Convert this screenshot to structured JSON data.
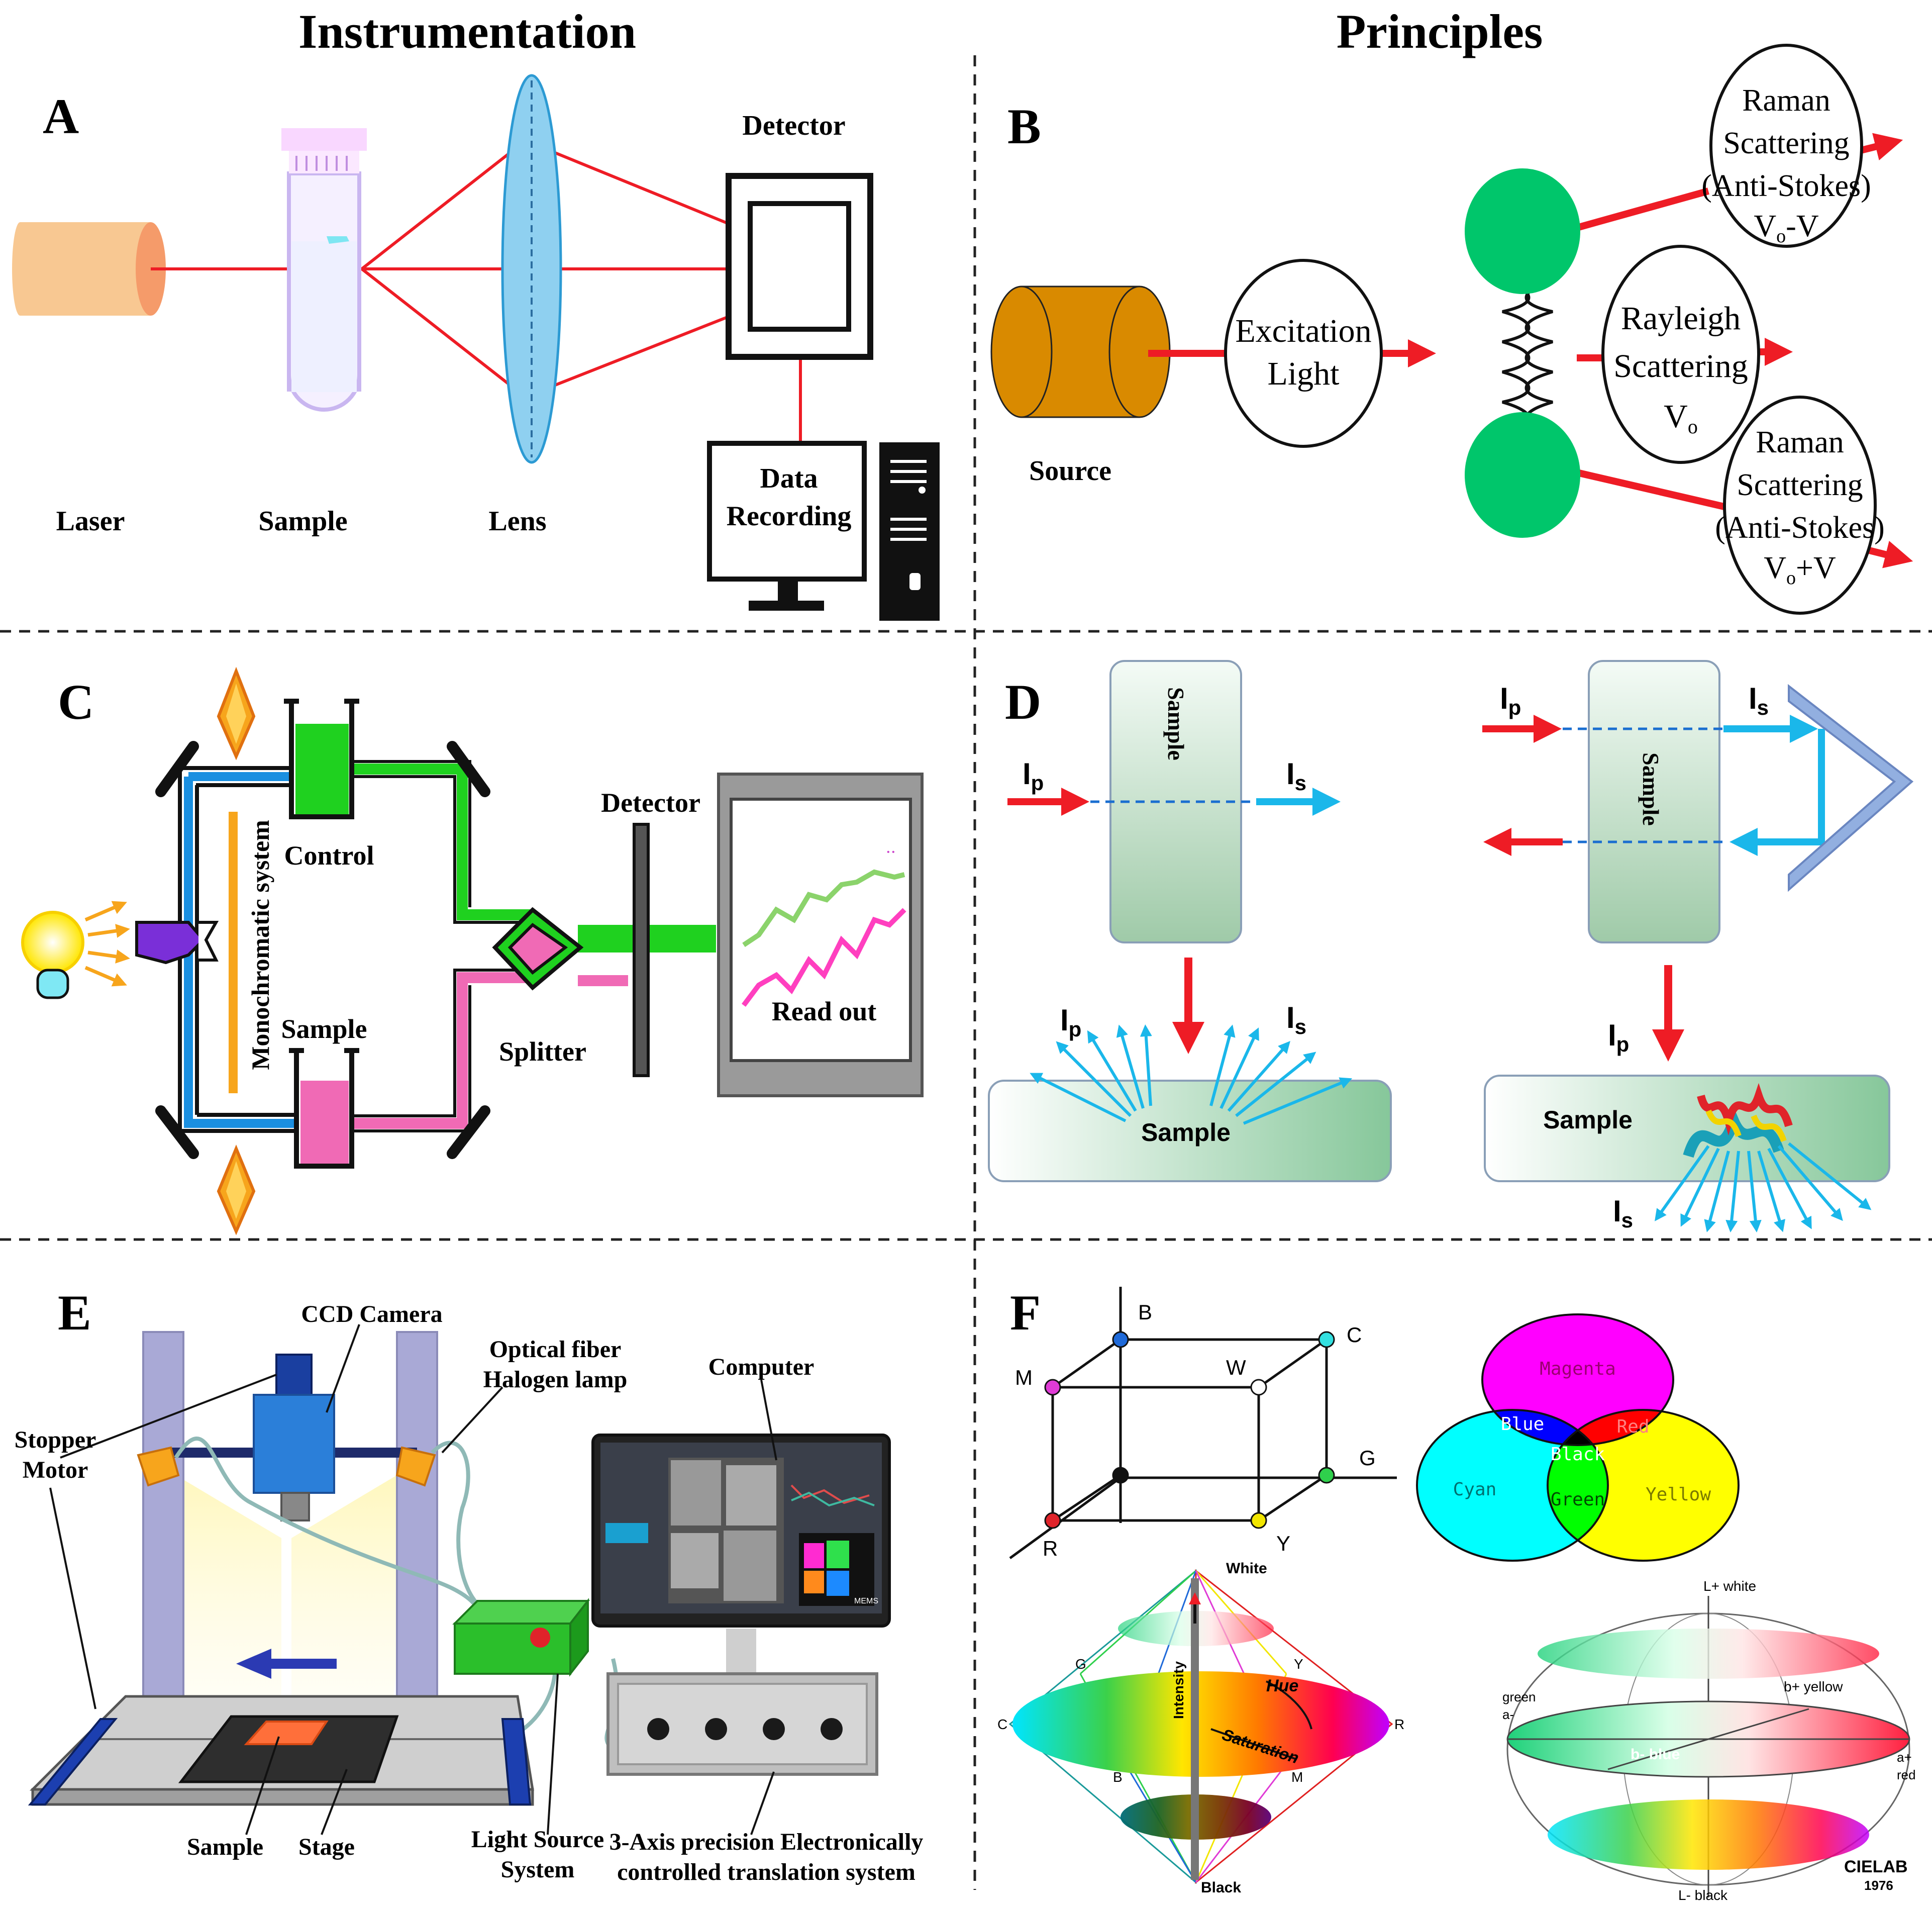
{
  "headers": {
    "left": "Instrumentation",
    "right": "Principles"
  },
  "panelA": {
    "letter": "A",
    "detector": "Detector",
    "laser": "Laser",
    "sample": "Sample",
    "lens": "Lens",
    "data_line1": "Data",
    "data_line2": "Recording"
  },
  "panelB": {
    "letter": "B",
    "source": "Source",
    "excitation_line1": "Excitation",
    "excitation_line2": "Light",
    "raman_top": [
      "Raman",
      "Scattering",
      "(Anti-Stokes)",
      "V",
      "o",
      "-V"
    ],
    "rayleigh": [
      "Rayleigh",
      "Scattering",
      "V",
      "o"
    ],
    "raman_bottom": [
      "Raman",
      "Scattering",
      "(Anti-Stokes)",
      "V",
      "o",
      "+V"
    ]
  },
  "panelC": {
    "letter": "C",
    "control": "Control",
    "sample": "Sample",
    "monochromatic": "Monochromatic system",
    "splitter": "Splitter",
    "detector": "Detector",
    "readout": "Read out"
  },
  "panelD": {
    "letter": "D",
    "sample": "Sample",
    "I": "I",
    "p": "p",
    "s": "s"
  },
  "panelE": {
    "letter": "E",
    "ccd": "CCD Camera",
    "fiber_line1": "Optical fiber",
    "fiber_line2": "Halogen lamp",
    "computer": "Computer",
    "stopper_line1": "Stopper",
    "stopper_line2": "Motor",
    "sample": "Sample",
    "stage": "Stage",
    "light_line1": "Light Source",
    "light_line2": "System",
    "axis_line1": "3-Axis precision Electronically",
    "axis_line2": "controlled translation system",
    "screen_logo": "MEMS"
  },
  "panelF": {
    "letter": "F",
    "cube_labels": {
      "B": "B",
      "C": "C",
      "M": "M",
      "W": "W",
      "G": "G",
      "R": "R",
      "Y": "Y"
    },
    "venn": {
      "magenta": "Magenta",
      "blue": "Blue",
      "red": "Red",
      "black": "Black",
      "cyan": "Cyan",
      "green": "Green",
      "yellow": "Yellow"
    },
    "hsi": {
      "white": "White",
      "black": "Black",
      "intensity": "Intensity",
      "hue": "Hue",
      "saturation": "Saturation",
      "G": "G",
      "Y": "Y",
      "C": "C",
      "R": "R",
      "B": "B",
      "M": "M"
    },
    "lab": {
      "lwhite": "L+ white",
      "lblack": "L- black",
      "byellow": "b+ yellow",
      "bblue": "b- blue",
      "green_a": "green",
      "a_minus": "a-",
      "a_plus": "a+",
      "red": "red",
      "cielab": "CIELAB",
      "year": "1976"
    }
  },
  "colors": {
    "red": "#ee1c25",
    "green": "#00c66b",
    "blue_arrow": "#1ab7ea",
    "orange_laser": "#f8c892",
    "source_brown": "#d98a00",
    "lens_blue": "#8fd0f0",
    "magenta": "#ec008c",
    "cyan": "#00ffff",
    "yellow": "#fff200"
  }
}
